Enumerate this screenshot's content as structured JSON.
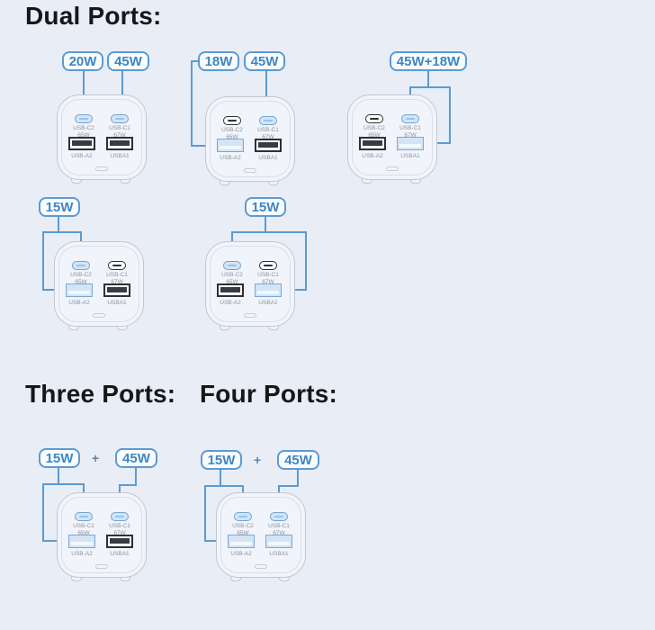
{
  "headings": {
    "dual": "Dual Ports:",
    "three": "Three Ports:",
    "four": "Four Ports:"
  },
  "port_labels": {
    "c2": "USB-C2",
    "c2_watt": "65W",
    "c1": "USB-C1",
    "c1_watt": "67W",
    "a2": "USB-A2",
    "a1": "USBA1"
  },
  "chargers": [
    {
      "name": "dual-ports-option-1",
      "labels": {
        "left": "20W",
        "right": "45W"
      },
      "highlighted_ports": [
        "USB-C2",
        "USB-C1"
      ]
    },
    {
      "name": "dual-ports-option-2",
      "labels": {
        "left": "18W",
        "right": "45W"
      },
      "highlighted_ports": [
        "USB-A2",
        "USB-C1"
      ]
    },
    {
      "name": "dual-ports-option-3",
      "labels": {
        "combined": "45W+18W"
      },
      "highlighted_ports": [
        "USB-C1",
        "USBA1"
      ]
    },
    {
      "name": "dual-ports-option-4",
      "labels": {
        "single": "15W"
      },
      "highlighted_ports": [
        "USB-C2",
        "USB-A2"
      ]
    },
    {
      "name": "dual-ports-option-5",
      "labels": {
        "single": "15W"
      },
      "highlighted_ports": [
        "USB-C2",
        "USBA1"
      ]
    },
    {
      "name": "three-ports-option",
      "labels": {
        "left": "15W",
        "plus": "+",
        "right": "45W"
      },
      "highlighted_ports": [
        "USB-C2",
        "USB-C1",
        "USB-A2"
      ]
    },
    {
      "name": "four-ports-option",
      "labels": {
        "left": "15W",
        "plus": "+",
        "right": "45W"
      },
      "highlighted_ports": [
        "USB-C2",
        "USB-C1",
        "USB-A2",
        "USBA1"
      ]
    }
  ],
  "colors": {
    "background": "#e9edf6",
    "accent_blue": "#5b9bd2",
    "wattage_text": "#3e86c4",
    "dark_port": "#2e3035",
    "charger_outline": "#c2c7d1",
    "port_highlight_fill": "#d3e4f5",
    "small_label_gray": "#8d939e",
    "heading_black": "#16171a"
  }
}
